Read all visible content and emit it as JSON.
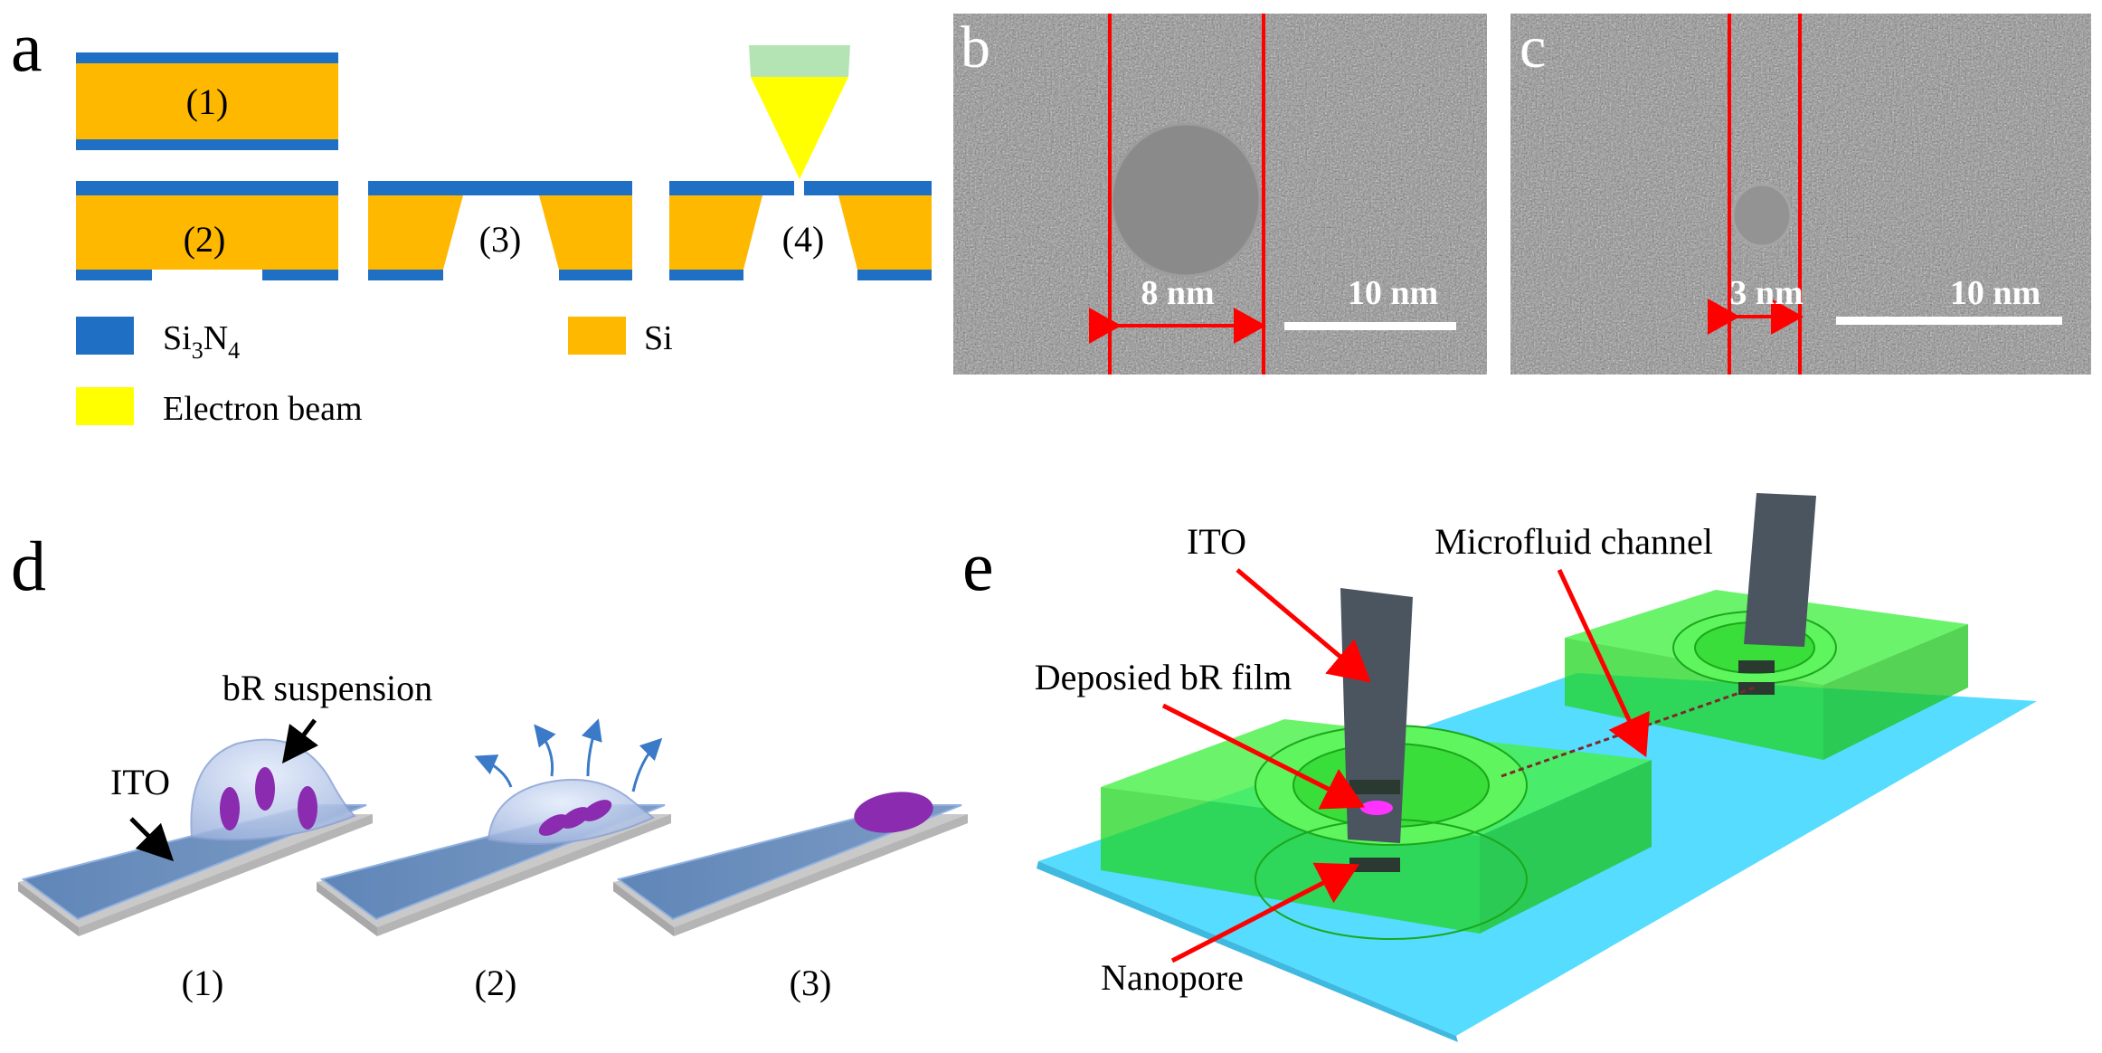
{
  "colors": {
    "si3n4": "#1f6fc4",
    "si": "#ffb800",
    "electron_beam": "#ffff00",
    "tem_background": "#8a8a8a",
    "marker_red": "#ff0000",
    "pdms_green": "#22ee22",
    "glass_cyan": "#55dcff",
    "ito_dark": "#4a5560",
    "br_purple": "#8a2bb0"
  },
  "panel_a": {
    "label": "a",
    "steps": [
      "(1)",
      "(2)",
      "(3)",
      "(4)"
    ],
    "legend": {
      "si3n4": {
        "main": "Si",
        "sub1": "3",
        "mid": "N",
        "sub2": "4"
      },
      "si": "Si",
      "electron_beam": "Electron beam"
    }
  },
  "panel_b": {
    "label": "b",
    "pore_size": "8 nm",
    "scale_bar": "10 nm"
  },
  "panel_c": {
    "label": "c",
    "pore_size": "3 nm",
    "scale_bar": "10 nm"
  },
  "panel_d": {
    "label": "d",
    "ito_label": "ITO",
    "suspension_label": "bR suspension",
    "steps": [
      "(1)",
      "(2)",
      "(3)"
    ]
  },
  "panel_e": {
    "label": "e",
    "ito_label": "ITO",
    "channel_label": "Microfluid channel",
    "film_label": "Deposied bR film",
    "nanopore_label": "Nanopore"
  }
}
